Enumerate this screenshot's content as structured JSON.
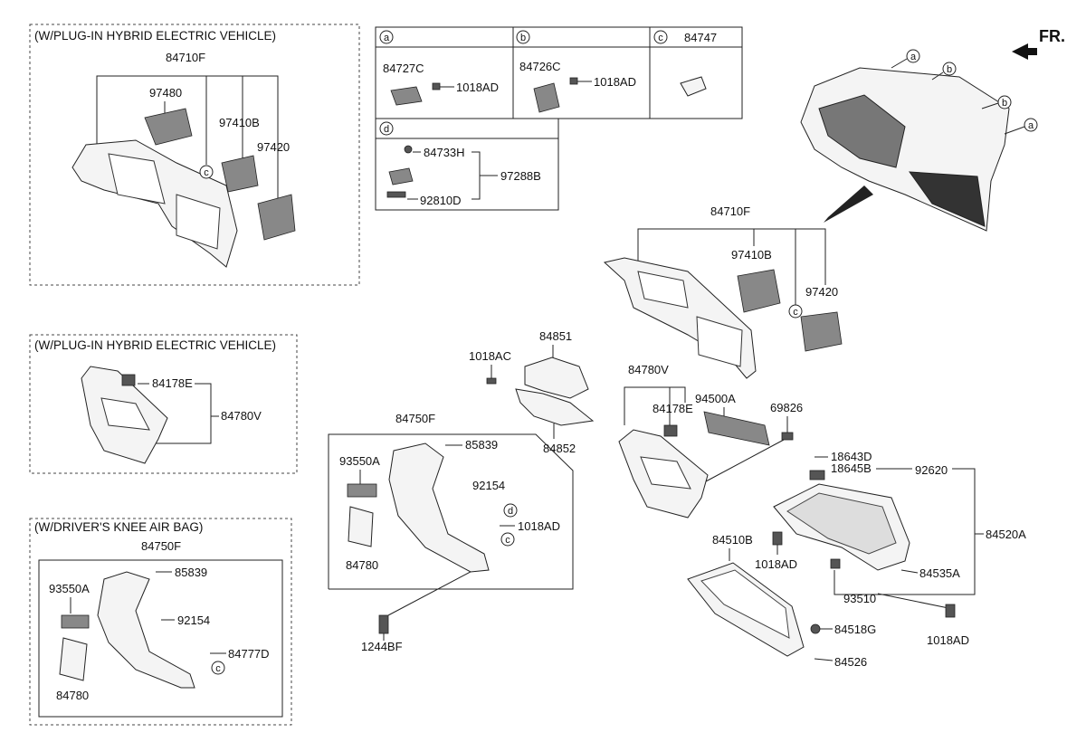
{
  "direction_label": "FR.",
  "groups": {
    "phev_panel": "(W/PLUG-IN HYBRID ELECTRIC VEHICLE)",
    "phev_lower": "(W/PLUG-IN HYBRID ELECTRIC VEHICLE)",
    "knee_airbag": "(W/DRIVER'S KNEE AIR BAG)"
  },
  "callouts": {
    "a": "a",
    "b": "b",
    "c": "c",
    "d": "d"
  },
  "table": {
    "a_part": "84727C",
    "a_bolt": "1018AD",
    "b_part": "84726C",
    "b_bolt": "1018AD",
    "c_part": "84747",
    "d_part1": "84733H",
    "d_part2": "92810D",
    "d_assy": "97288B"
  },
  "phev_panel": {
    "assy": "84710F",
    "p1": "97480",
    "p2": "97410B",
    "p3": "97420"
  },
  "phev_lower": {
    "p1": "84178E",
    "assy": "84780V"
  },
  "knee_airbag": {
    "assy": "84750F",
    "p1": "85839",
    "p2": "93550A",
    "p3": "92154",
    "p4": "84777D",
    "p5": "84780"
  },
  "center": {
    "bolt": "1018AC",
    "p1": "84851",
    "p2": "84852",
    "assy": "84750F",
    "p3": "85839",
    "p4": "93550A",
    "p5": "92154",
    "p6": "1018AD",
    "p7": "84780",
    "p8": "1244BF"
  },
  "right": {
    "assy": "84710F",
    "p1": "97410B",
    "p2": "97420",
    "lower_assy": "84780V",
    "p3": "84178E",
    "p4": "94500A",
    "p5": "69826",
    "p6": "18643D",
    "p7": "18645B",
    "p8": "92620",
    "p9": "84520A",
    "p10": "84510B",
    "p11": "1018AD",
    "p12": "84535A",
    "p13": "93510",
    "p14": "84518G",
    "p15": "84526",
    "p16": "1018AD"
  }
}
